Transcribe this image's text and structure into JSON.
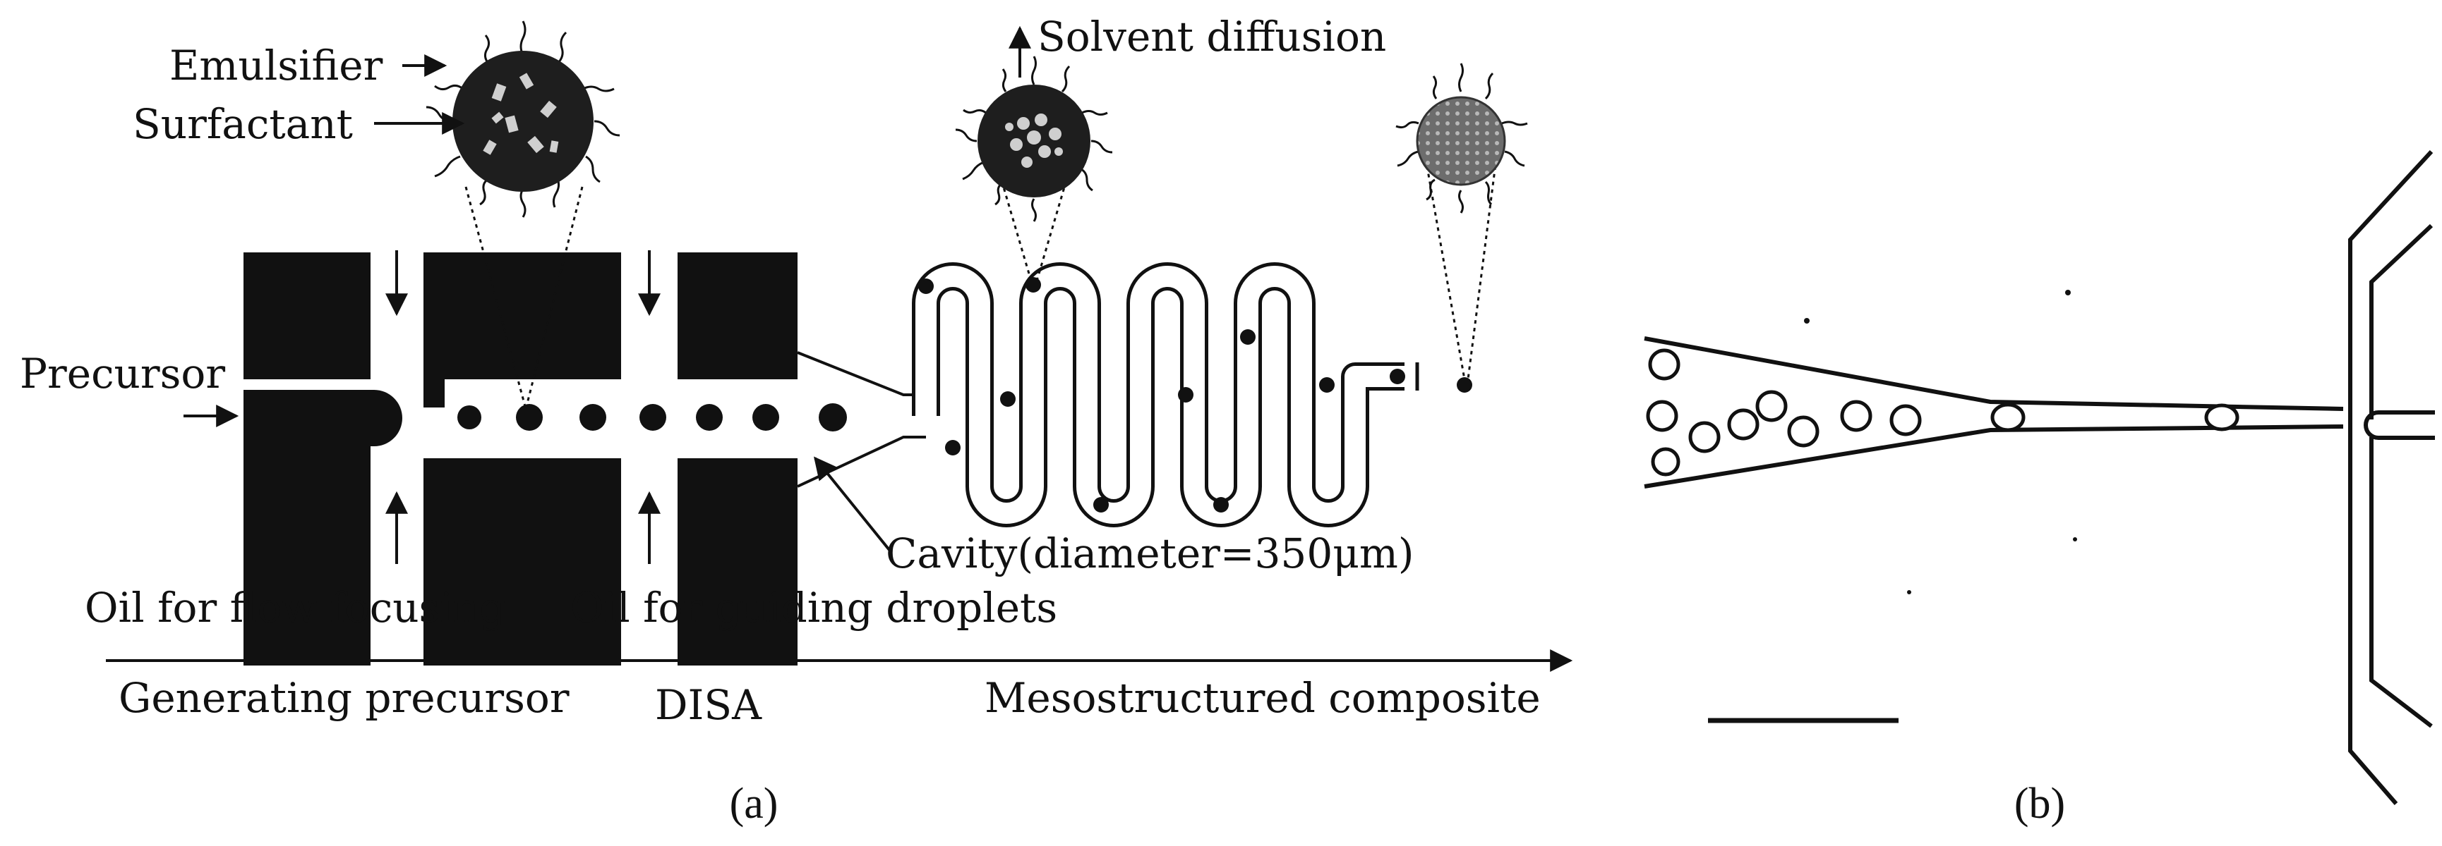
{
  "panel_a": {
    "labels": {
      "emulsifier": "Emulsifier",
      "surfactant": "Surfactant",
      "precursor": "Precursor",
      "solvent_diffusion": "Solvent diffusion",
      "oil_flow_focusing": "Oil for flow focusing",
      "oil_guiding": "Oil for guiding droplets",
      "cavity": "Cavity(diameter=350μm)"
    },
    "stages": {
      "generating": "Generating precursor",
      "disa": "DISA",
      "mesostructured": "Mesostructured composite"
    },
    "caption": "(a)"
  },
  "panel_b": {
    "caption": "(b)"
  },
  "colors": {
    "ink": "#111111",
    "particle_core": "#2a2a2a",
    "composite_core": "#7a7a7a"
  }
}
